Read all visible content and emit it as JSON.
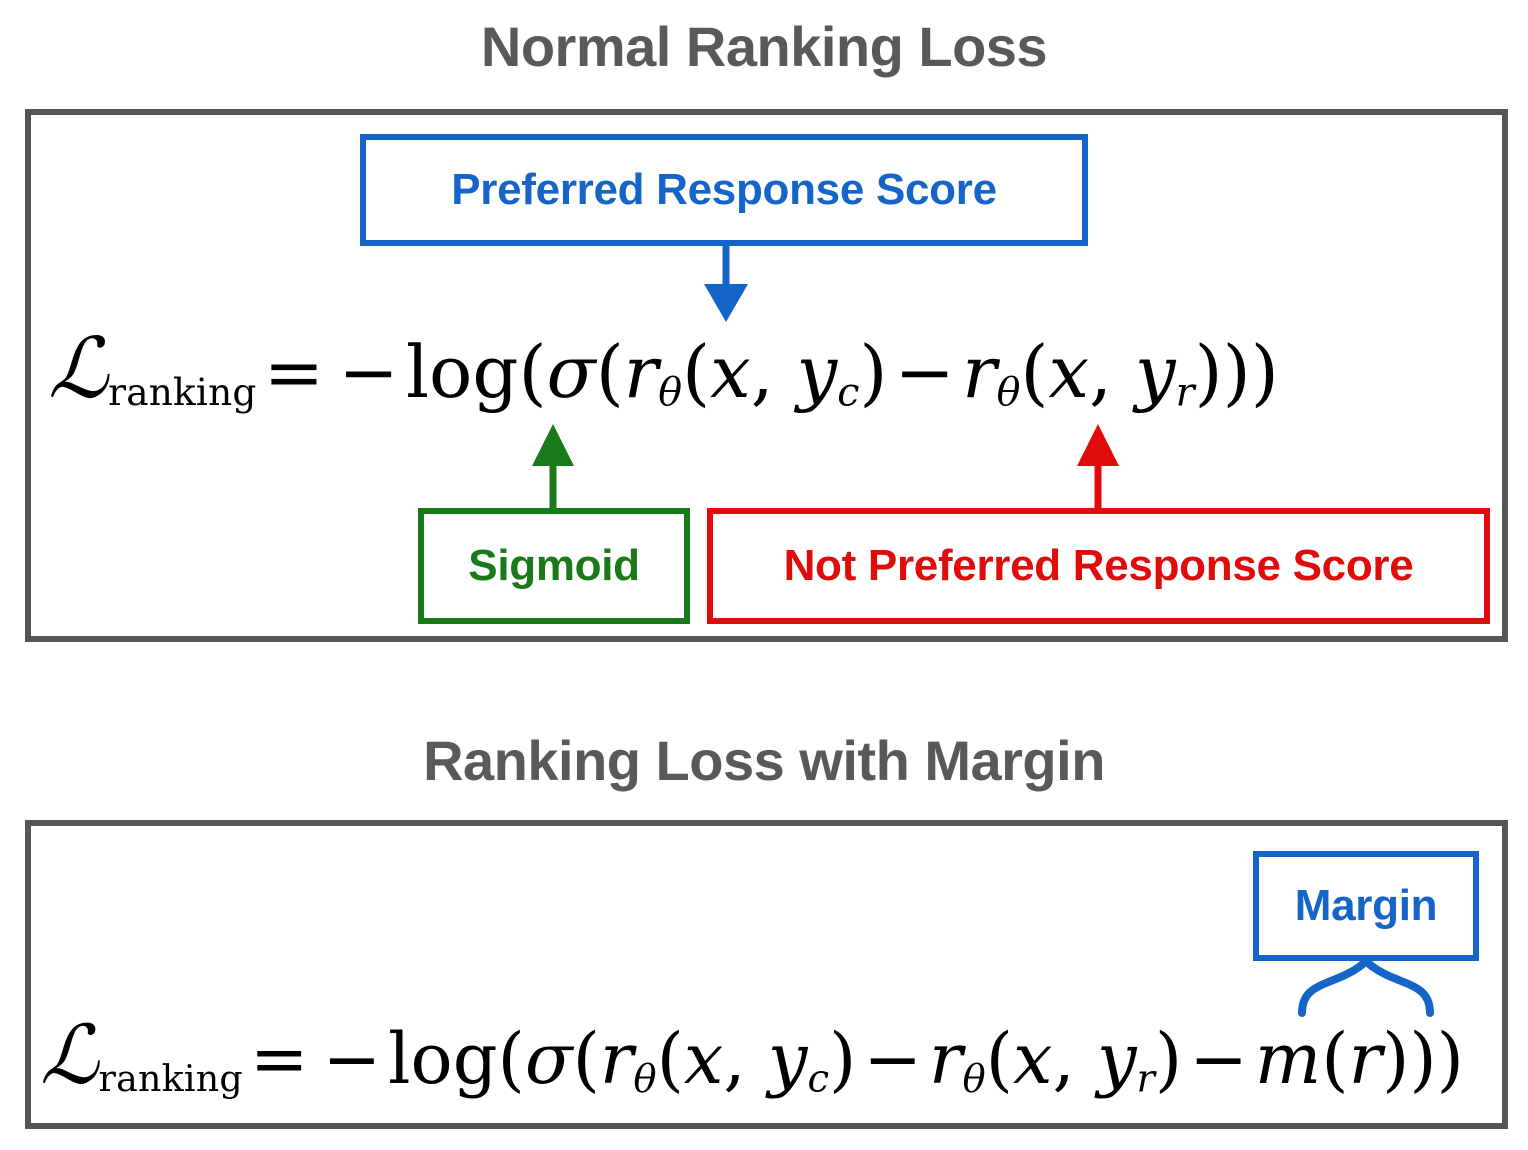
{
  "sections": [
    {
      "title": "Normal Ranking Loss",
      "formula_plain": "L_ranking = -log(σ(r_θ(x, y_c) - r_θ(x, y_r)))",
      "formula_parts": {
        "cal_L": "ℒ",
        "sub_ranking": "ranking",
        "equals": "=",
        "minus": "−",
        "log": "log",
        "open1": "(",
        "sigma": "σ",
        "open2": "(",
        "r1": "r",
        "theta1": "θ",
        "open3": "(",
        "x1": "x",
        "comma1": ",",
        "y1": "y",
        "sub_c": "c",
        "close1": ")",
        "minus2": "−",
        "r2": "r",
        "theta2": "θ",
        "open4": "(",
        "x2": "x",
        "comma2": ",",
        "y2": "y",
        "sub_r": "r",
        "close_rest": ")))"
      },
      "labels": [
        {
          "name": "preferred-response-score",
          "text": "Preferred Response Score",
          "color": "#1565C8",
          "points_to": "r_theta(x, y_c)",
          "connector": "arrow-down"
        },
        {
          "name": "sigmoid",
          "text": "Sigmoid",
          "color": "#1A7A1A",
          "points_to": "sigma",
          "connector": "arrow-up"
        },
        {
          "name": "not-preferred-response-score",
          "text": "Not Preferred Response Score",
          "color": "#E00C0C",
          "points_to": "r_theta(x, y_r)",
          "connector": "arrow-up"
        }
      ]
    },
    {
      "title": "Ranking Loss with Margin",
      "formula_plain": "L_ranking = -log(σ(r_θ(x, y_c) - r_θ(x, y_r) - m(r)))",
      "formula_parts": {
        "cal_L": "ℒ",
        "sub_ranking": "ranking",
        "equals": "=",
        "minus": "−",
        "log": "log",
        "open1": "(",
        "sigma": "σ",
        "open2": "(",
        "r1": "r",
        "theta1": "θ",
        "open3": "(",
        "x1": "x",
        "comma1": ",",
        "y1": "y",
        "sub_c": "c",
        "close1": ")",
        "minus2": "−",
        "r2": "r",
        "theta2": "θ",
        "open4": "(",
        "x2": "x",
        "comma2": ",",
        "y2": "y",
        "sub_r": "r",
        "close2": ")",
        "minus3": "−",
        "m": "m",
        "open5": "(",
        "r3": "r",
        "close_rest": ")))"
      },
      "labels": [
        {
          "name": "margin",
          "text": "Margin",
          "color": "#1565C8",
          "points_to": "m(r)",
          "connector": "curly-brace"
        }
      ]
    }
  ],
  "colors": {
    "title_gray": "#595959",
    "panel_border": "#555555",
    "blue": "#1565C8",
    "green": "#1A7A1A",
    "red": "#E00C0C",
    "background": "#FFFFFF",
    "formula_text": "#000000"
  }
}
